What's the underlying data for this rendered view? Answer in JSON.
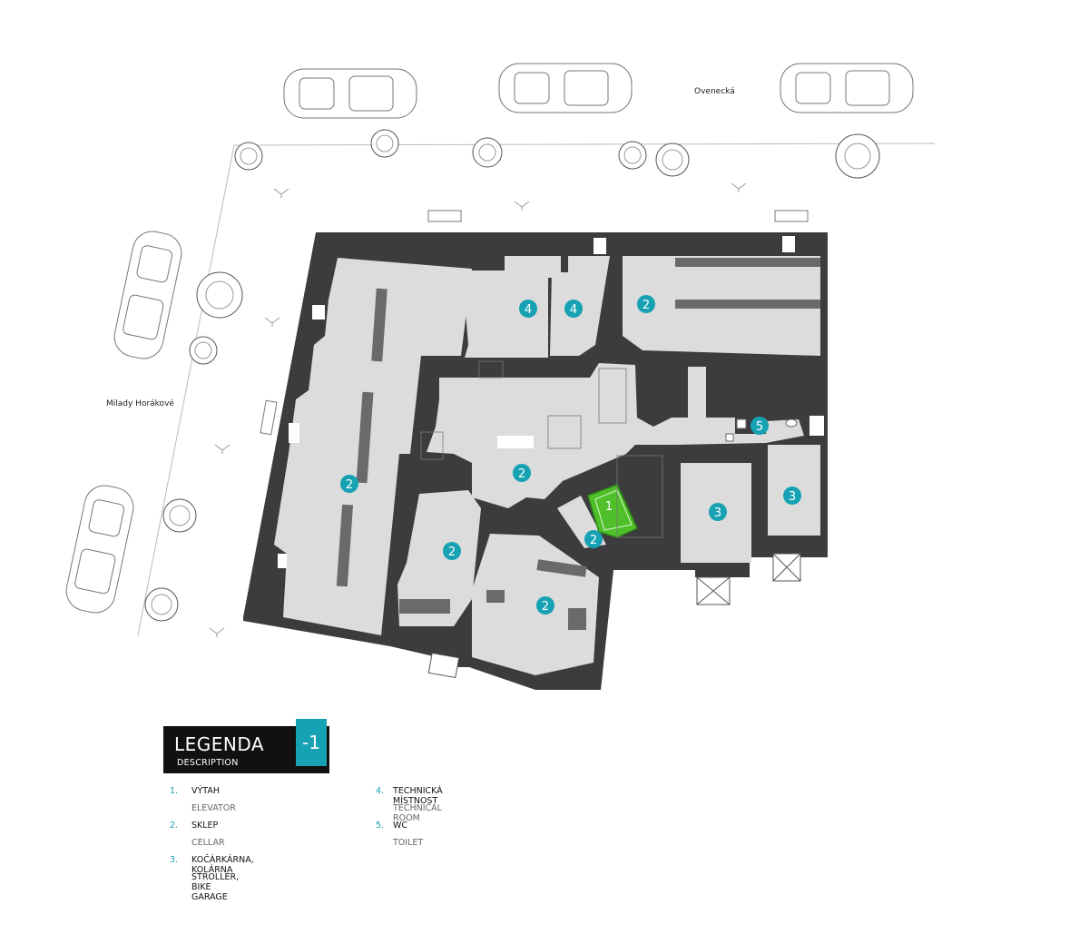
{
  "streets": {
    "north": "Ovenecká",
    "west": "Milady Horákové"
  },
  "legend": {
    "title": "LEGENDA",
    "subtitle": "DESCRIPTION",
    "floor": "-1",
    "items": [
      {
        "num": "1.",
        "cz": "VÝTAH",
        "en": "ELEVATOR"
      },
      {
        "num": "2.",
        "cz": "SKLEP",
        "en": "CELLAR"
      },
      {
        "num": "3.",
        "cz": "KOČÁRKÁRNA, KOLÁRNA",
        "en": "STROLLER, BIKE GARAGE"
      },
      {
        "num": "4.",
        "cz": "TECHNICKÁ MÍSTNOST",
        "en": "TECHNICAL ROOM"
      },
      {
        "num": "5.",
        "cz": "WC",
        "en": "TOILET"
      }
    ]
  },
  "room_markers": [
    {
      "label": "1",
      "type": "elevator"
    },
    {
      "label": "2",
      "type": "cellar"
    },
    {
      "label": "2",
      "type": "cellar"
    },
    {
      "label": "2",
      "type": "cellar"
    },
    {
      "label": "2",
      "type": "cellar"
    },
    {
      "label": "2",
      "type": "cellar"
    },
    {
      "label": "2",
      "type": "cellar"
    },
    {
      "label": "3",
      "type": "stroller"
    },
    {
      "label": "3",
      "type": "stroller"
    },
    {
      "label": "4",
      "type": "technical"
    },
    {
      "label": "4",
      "type": "technical"
    },
    {
      "label": "5",
      "type": "toilet"
    }
  ],
  "colors": {
    "wall": "#3c3c3e",
    "floor": "#dcdcdc",
    "partition": "#6a6a6c",
    "accent": "#17a2b4",
    "elevator": "#4fc02a",
    "legend_bg": "#111111"
  },
  "icons": [
    "car-icon",
    "tree-icon",
    "bench-icon",
    "bird-icon"
  ]
}
